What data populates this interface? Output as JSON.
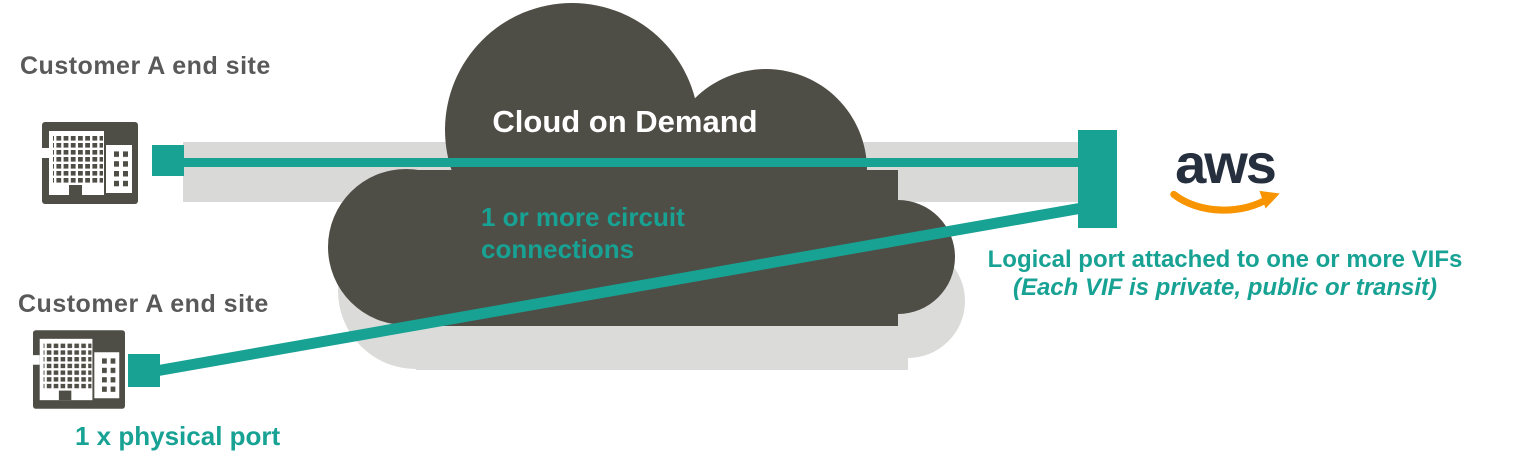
{
  "colors": {
    "teal": "#17A294",
    "cloud": "#4F4E46",
    "cloud_shadow": "#DBDBD9",
    "band": "#D9D9D8",
    "label_gray": "#595959",
    "aws_navy": "#252F3E",
    "aws_orange": "#F79400",
    "white": "#FFFFFF"
  },
  "labels": {
    "site_top": "Customer A end site",
    "site_bottom": "Customer A end site",
    "cloud_title": "Cloud on Demand",
    "circuit_note": "1 or more circuit connections",
    "logical_port_line1": "Logical port attached to one or more VIFs",
    "logical_port_line2": "(Each VIF is private, public or transit)",
    "physical_port": "1 x physical port",
    "aws_logo_text": "aws"
  },
  "icons": {
    "building": "office-building-icon",
    "aws_smile": "aws-smile-arrow-icon",
    "cloud": "cloud-shape",
    "connector": "port-connector-square"
  }
}
